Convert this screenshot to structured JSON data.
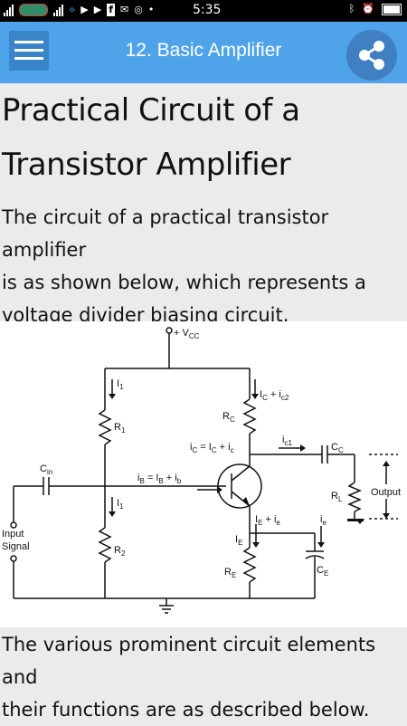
{
  "status_bar": {
    "time": "5:35",
    "left_icons": [
      "signal-icon",
      "carrier-icon",
      "signal-icon",
      "network-icon",
      "play-icon",
      "play-icon",
      "facebook-icon",
      "email-icon",
      "instagram-icon",
      "more-icon"
    ],
    "right_icons": [
      "bluetooth-icon",
      "alarm-icon",
      "battery-icon"
    ]
  },
  "app_bar": {
    "title": "12. Basic Amplifier",
    "menu_icon": "hamburger-menu-icon",
    "share_icon": "share-icon",
    "color": "#4fa3e8"
  },
  "article": {
    "heading_line1": "Practical Circuit of a",
    "heading_line2": "Transistor Amplifier",
    "intro_line1": "The circuit of a practical transistor amplifier",
    "intro_line2": "is as shown below, which represents a",
    "intro_line3": "voltage divider biasing circuit.",
    "outro_line1": "The various prominent circuit elements and",
    "outro_line2": "their functions are as described below."
  },
  "diagram": {
    "vcc": "+ V",
    "vcc_sub": "CC",
    "i1_top": "I",
    "i1_top_sub": "1",
    "r1": "R",
    "r1_sub": "1",
    "cin": "C",
    "cin_sub": "in",
    "ib_label": "i",
    "ib_sub": "B",
    "ib_rest": " = I",
    "ib_rest_sub": "B",
    "ib_plus": " + i",
    "ib_plus_sub": "b",
    "i1_bot": "I",
    "i1_bot_sub": "1",
    "r2": "R",
    "r2_sub": "2",
    "input": "Input",
    "signal": "Signal",
    "ic_top": "I",
    "ic_top_sub": "C",
    "ic_top_plus": " + i",
    "ic_top_plus_sub": "c2",
    "rc": "R",
    "rc_sub": "C",
    "ic_eq": "i",
    "ic_eq_sub": "C",
    "ic_eq_rest": " = I",
    "ic_eq_rest_sub": "C",
    "ic_eq_plus": " + i",
    "ic_eq_plus_sub": "c",
    "ic1": "i",
    "ic1_sub": "c1",
    "cc": "C",
    "cc_sub": "C",
    "rl": "R",
    "rl_sub": "L",
    "output": "Output",
    "ie_top": "I",
    "ie_top_sub": "E",
    "ie_top_plus": " + i",
    "ie_top_plus_sub": "e",
    "ie_arrow": "I",
    "ie_arrow_sub": "E",
    "ie_small": "i",
    "ie_small_sub": "e",
    "re": "R",
    "re_sub": "E",
    "ce": "C",
    "ce_sub": "E"
  }
}
